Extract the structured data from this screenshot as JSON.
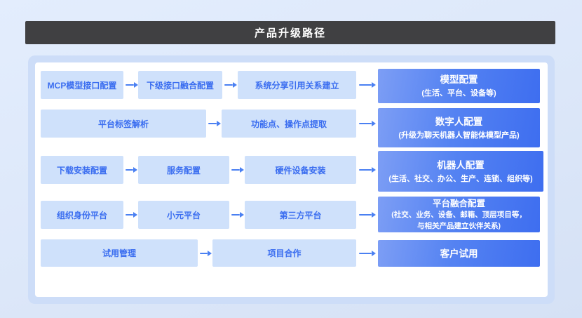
{
  "header": {
    "title": "产品升级路径"
  },
  "rows": [
    {
      "steps": [
        "MCP模型接口配置",
        "下级接口融合配置",
        "系统分享引用关系建立"
      ],
      "result": {
        "title": "模型配置",
        "sub": "(生活、平台、设备等)"
      }
    },
    {
      "steps": [
        "平台标签解析",
        "功能点、操作点提取"
      ],
      "result": {
        "title": "数字人配置",
        "sub": "(升级为聊天机器人智能体模型产品)"
      }
    },
    {
      "steps": [
        "下载安装配置",
        "服务配置",
        "硬件设备安装"
      ],
      "result": {
        "title": "机器人配置",
        "sub": "(生活、社交、办公、生产、连锁、组织等)"
      }
    },
    {
      "steps": [
        "组织身份平台",
        "小元平台",
        "第三方平台"
      ],
      "result": {
        "title": "平台融合配置",
        "sub": "(社交、业务、设备、邮箱、顶层项目等，",
        "sub2": "与相关产品建立伙伴关系)"
      }
    },
    {
      "steps": [
        "试用管理",
        "项目合作"
      ],
      "result": {
        "title": "客户试用"
      }
    }
  ],
  "colors": {
    "header_bg": "#404042",
    "page_bg": "#dde8fa",
    "band_bg": "#cdddf8",
    "light_box_bg": "#cfe1fb",
    "light_box_text": "#3a6df0",
    "result_gradient_start": "#7d9ef5",
    "result_gradient_end": "#3e6ef0",
    "arrow": "#4a80f2"
  }
}
